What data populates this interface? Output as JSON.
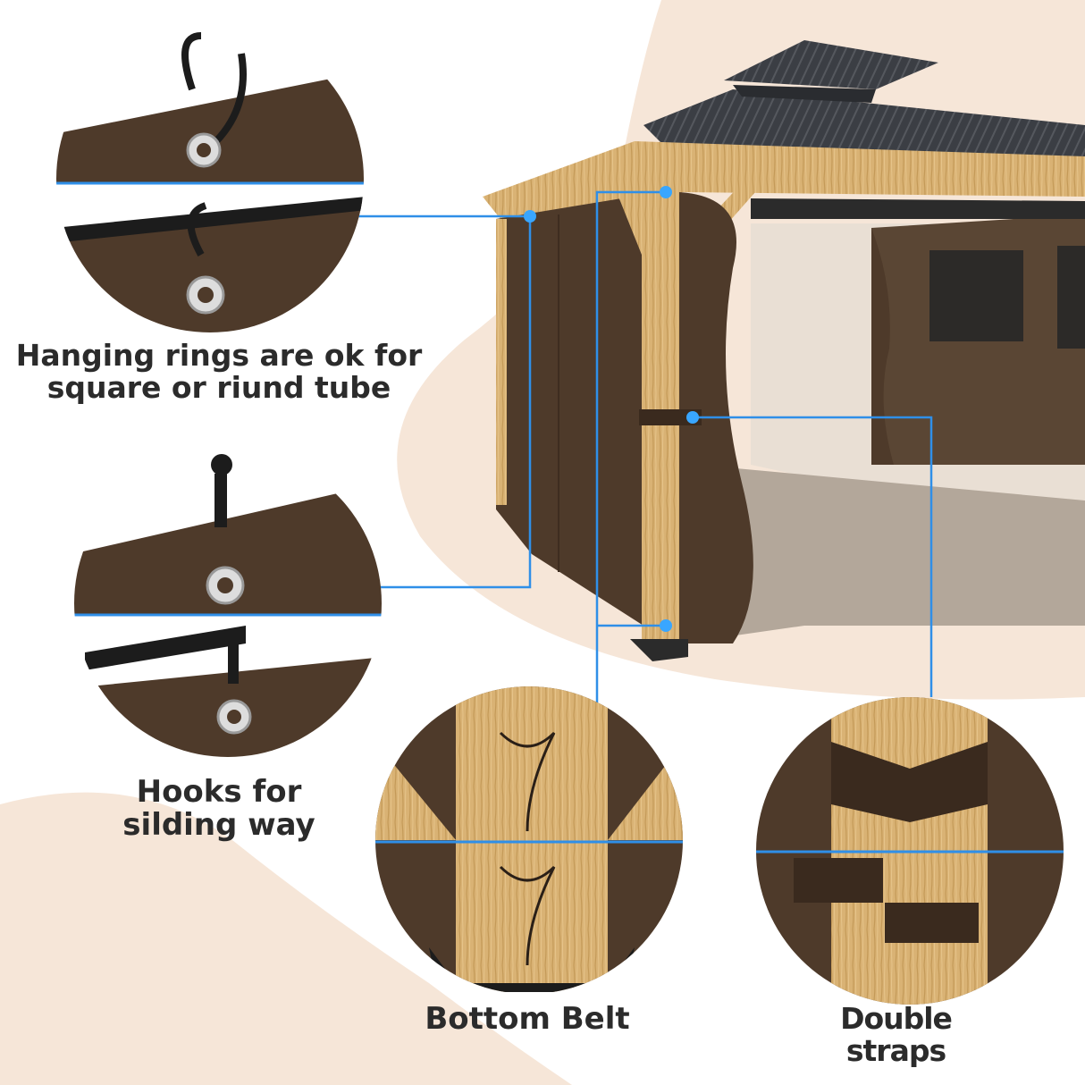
{
  "labels": {
    "hanging_rings": "Hanging rings are ok for square or riund tube",
    "hooks": "Hooks for silding way",
    "bottom_belt": "Bottom Belt",
    "double_straps": "Double straps"
  },
  "colors": {
    "background_blob": "#f6e6d8",
    "curtain_brown": "#4e3a2a",
    "wood": "#d9b274",
    "roof": "#3a3d42",
    "callout_line": "#2f8fe8",
    "text": "#2b2b2b"
  }
}
